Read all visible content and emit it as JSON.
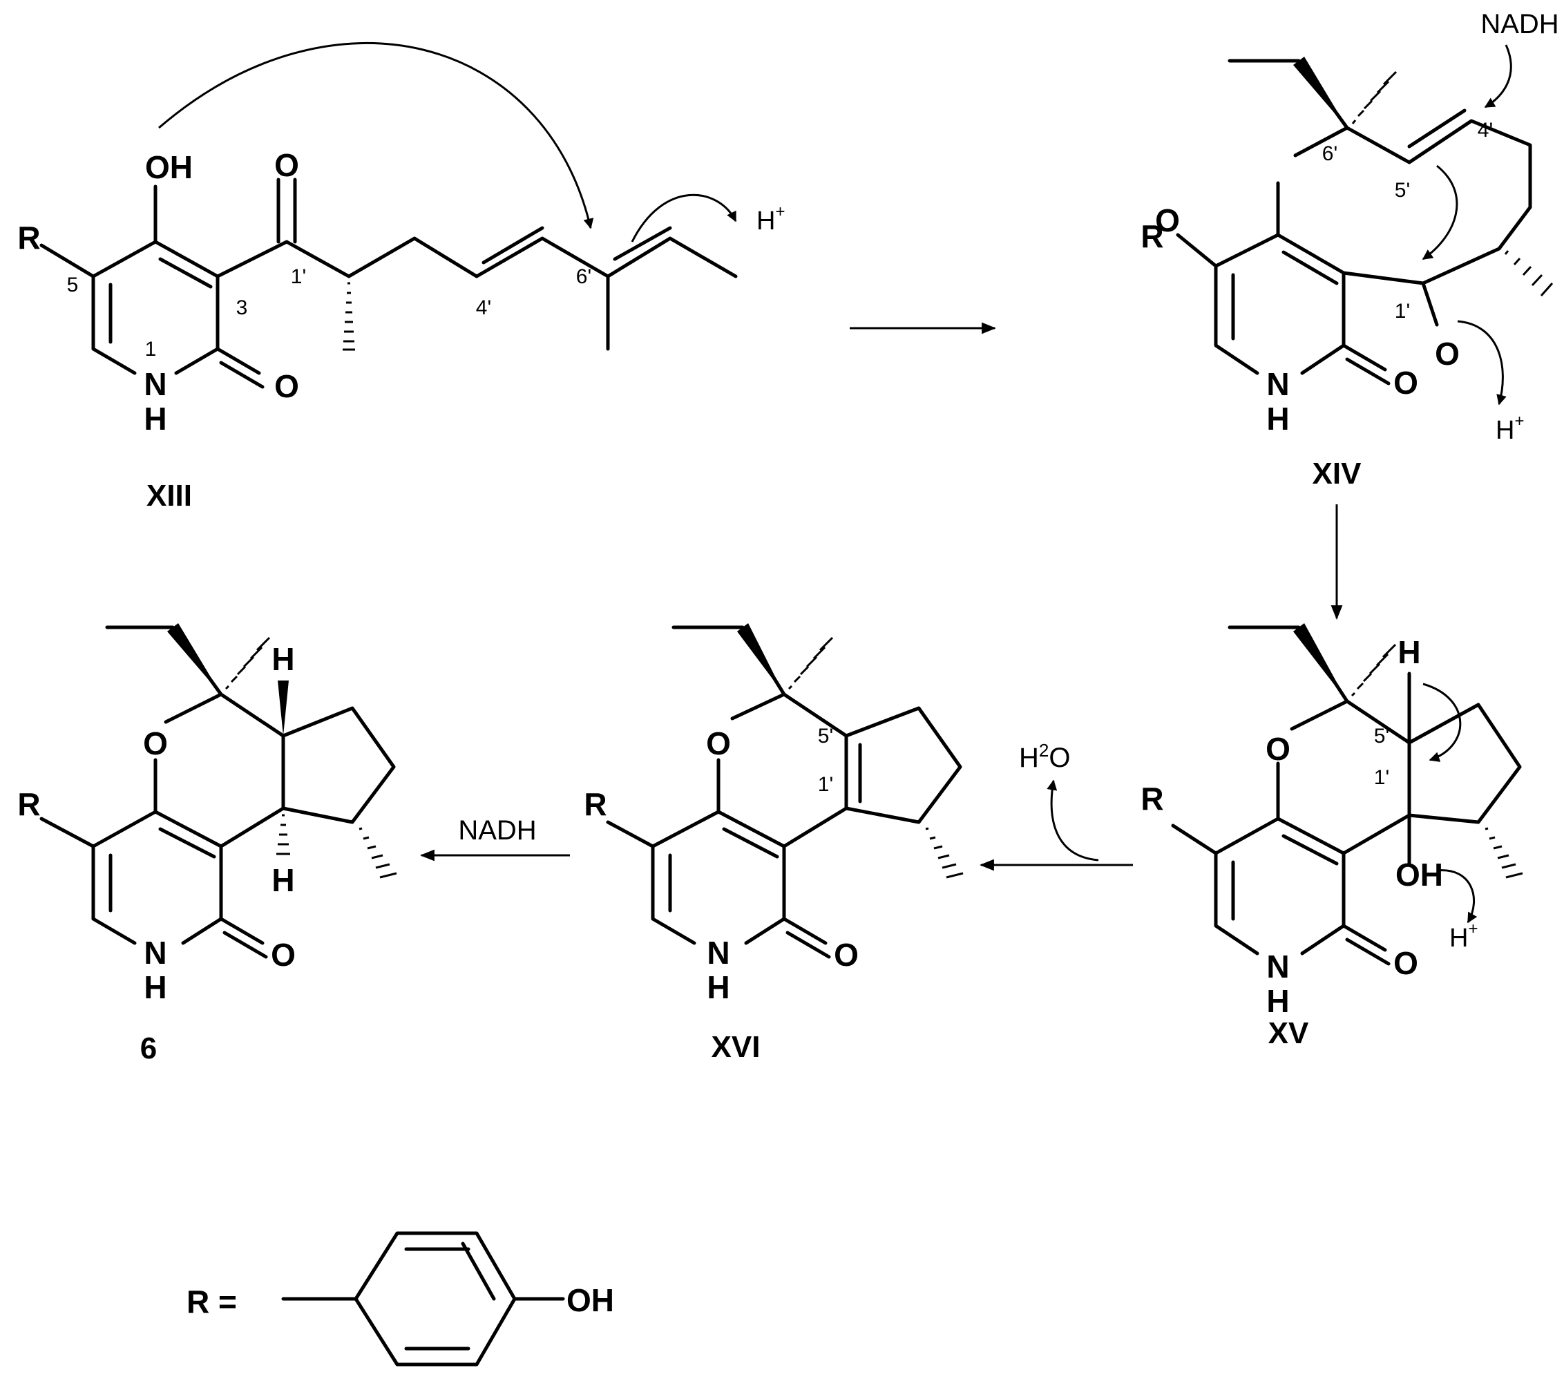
{
  "atoms": {
    "R": "R",
    "OH": "OH",
    "O": "O",
    "N": "N",
    "H": "H"
  },
  "locants": {
    "c1": "1",
    "c3": "3",
    "c5": "5",
    "c1p": "1'",
    "c4p": "4'",
    "c5p": "5'",
    "c6p": "6'"
  },
  "reagents": {
    "nadh": "NADH",
    "h_plus_base": "H",
    "h_plus_sup": "+",
    "water_h": "H",
    "water_sub": "2",
    "water_o": "O"
  },
  "compounds": {
    "xiii": "XIII",
    "xiv": "XIV",
    "xv": "XV",
    "xvi": "XVI",
    "six": "6"
  },
  "r_group": {
    "label": "R =",
    "oh": "OH"
  }
}
